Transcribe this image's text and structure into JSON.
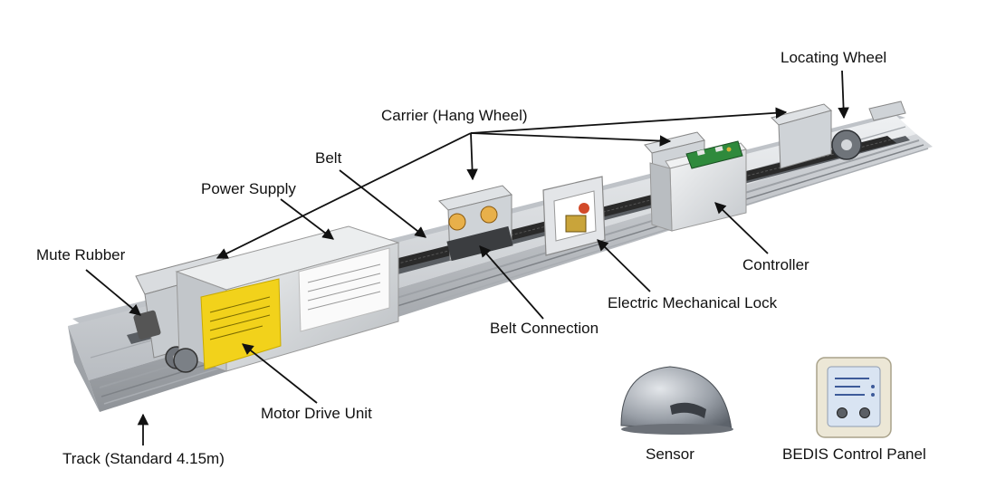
{
  "labels": {
    "locating_wheel": "Locating Wheel",
    "carrier": "Carrier (Hang Wheel)",
    "belt": "Belt",
    "power_supply": "Power Supply",
    "mute_rubber": "Mute Rubber",
    "controller": "Controller",
    "electric_lock": "Electric Mechanical Lock",
    "belt_connection": "Belt Connection",
    "motor_drive_unit": "Motor Drive Unit",
    "track": "Track (Standard 4.15m)",
    "sensor": "Sensor",
    "control_panel": "BEDIS Control Panel"
  },
  "colors": {
    "background": "#ffffff",
    "text": "#111111",
    "leader_line": "#111111",
    "track_aluminium": "#c9ccd0",
    "track_shadow": "#8f9398",
    "belt": "#2a2a2a",
    "motor_housing": "#d6d8da",
    "warning_label": "#f2d21b",
    "controller_box": "#e4e6e8",
    "circuit_board": "#2f8a3c",
    "panel_body": "#ece7d6",
    "panel_face": "#d9e4f2",
    "sensor_dome": "#9aa0a8"
  }
}
